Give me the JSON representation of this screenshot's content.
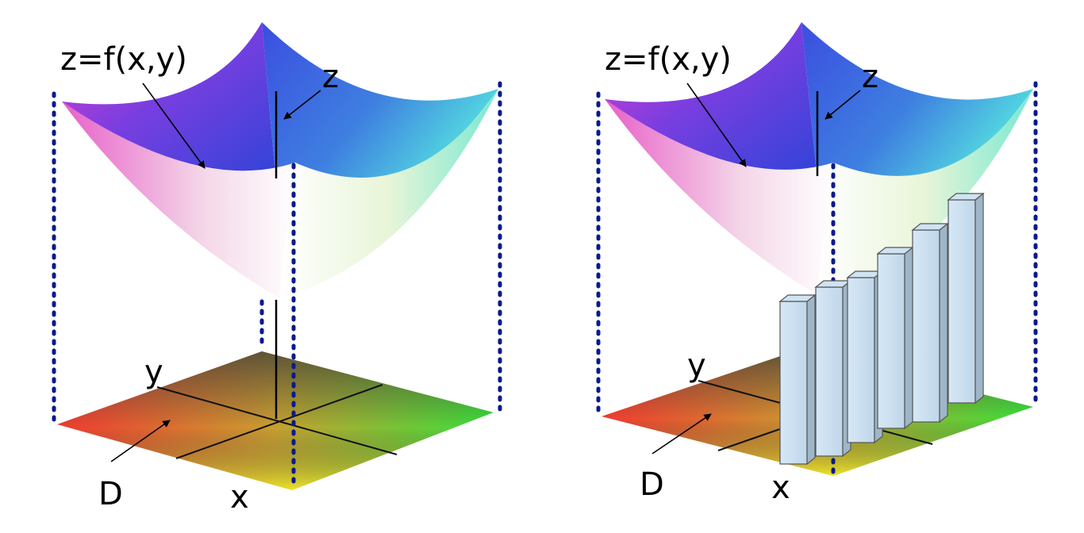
{
  "left_panel": {
    "function_label": "z=f(x,y)",
    "z_label": "z",
    "y_label": "y",
    "x_label": "x",
    "domain_label": "D"
  },
  "right_panel": {
    "function_label": "z=f(x,y)",
    "z_label": "z",
    "y_label": "y",
    "x_label": "x",
    "domain_label": "D",
    "prism_count": 6
  },
  "colors": {
    "dotted_projection": "#0a1a8c",
    "prism_fill": "#cfe3f2",
    "prism_side": "#9fb6c8",
    "surface_top": "#3b4ee0",
    "surface_left": "#e03ecf",
    "surface_right": "#4fe0e0",
    "domain_left": "#f23a2a",
    "domain_right": "#2fe02f",
    "domain_front": "#f2f02a"
  }
}
